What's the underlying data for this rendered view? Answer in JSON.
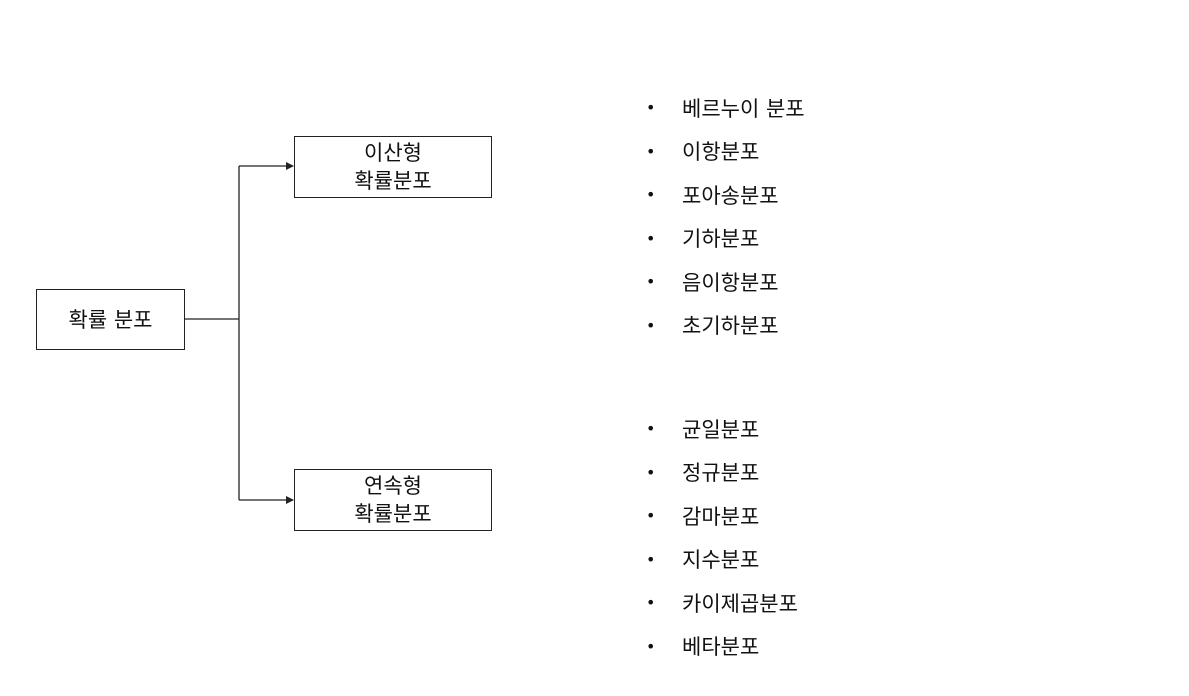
{
  "root": {
    "label": "확률 분포"
  },
  "discrete": {
    "label_line1": "이산형",
    "label_line2": "확률분포",
    "items": [
      "베르누이 분포",
      "이항분포",
      "포아송분포",
      "기하분포",
      "음이항분포",
      "초기하분포"
    ]
  },
  "continuous": {
    "label_line1": "연속형",
    "label_line2": "확률분포",
    "items": [
      "균일분포",
      "정규분포",
      "감마분포",
      "지수분포",
      "카이제곱분포",
      "베타분포"
    ]
  },
  "bullet_symbol": "•"
}
